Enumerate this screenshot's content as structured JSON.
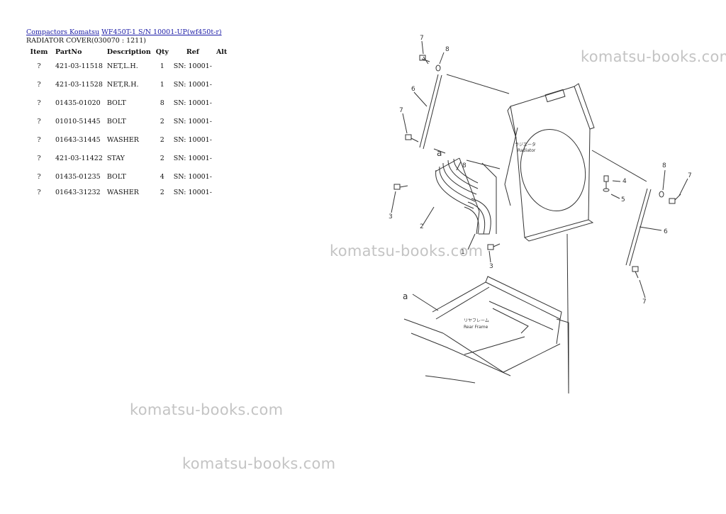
{
  "header": {
    "breadcrumb_link_1": "Compactors Komatsu",
    "breadcrumb_link_2": "WF450T-1 S/N 10001-UP(wf450t-r)",
    "subtitle": "RADIATOR COVER(030070 : 1211)"
  },
  "table": {
    "columns": [
      "Item",
      "PartNo",
      "Description",
      "Qty",
      "Ref",
      "Alt"
    ],
    "rows": [
      {
        "item": "?",
        "part_no": "421-03-11518",
        "description": "NET,L.H.",
        "qty": "1",
        "ref": "SN: 10001-",
        "alt": ""
      },
      {
        "item": "?",
        "part_no": "421-03-11528",
        "description": "NET,R.H.",
        "qty": "1",
        "ref": "SN: 10001-",
        "alt": ""
      },
      {
        "item": "?",
        "part_no": "01435-01020",
        "description": "BOLT",
        "qty": "8",
        "ref": "SN: 10001-",
        "alt": ""
      },
      {
        "item": "?",
        "part_no": "01010-51445",
        "description": "BOLT",
        "qty": "2",
        "ref": "SN: 10001-",
        "alt": ""
      },
      {
        "item": "?",
        "part_no": "01643-31445",
        "description": "WASHER",
        "qty": "2",
        "ref": "SN: 10001-",
        "alt": ""
      },
      {
        "item": "?",
        "part_no": "421-03-11422",
        "description": "STAY",
        "qty": "2",
        "ref": "SN: 10001-",
        "alt": ""
      },
      {
        "item": "?",
        "part_no": "01435-01235",
        "description": "BOLT",
        "qty": "4",
        "ref": "SN: 10001-",
        "alt": ""
      },
      {
        "item": "?",
        "part_no": "01643-31232",
        "description": "WASHER",
        "qty": "2",
        "ref": "SN: 10001-",
        "alt": ""
      }
    ]
  },
  "watermark_text": "komatsu-books.com",
  "diagram": {
    "callouts": [
      "7",
      "8",
      "6",
      "7",
      "a",
      "8",
      "4",
      "3",
      "2",
      "5",
      "1",
      "3",
      "8",
      "7",
      "6",
      "7",
      "a"
    ],
    "labels": {
      "radiator_jp": "ラジエータ",
      "radiator_en": "Radiator",
      "rear_frame_jp": "リヤフレーム",
      "rear_frame_en": "Rear Frame"
    }
  }
}
